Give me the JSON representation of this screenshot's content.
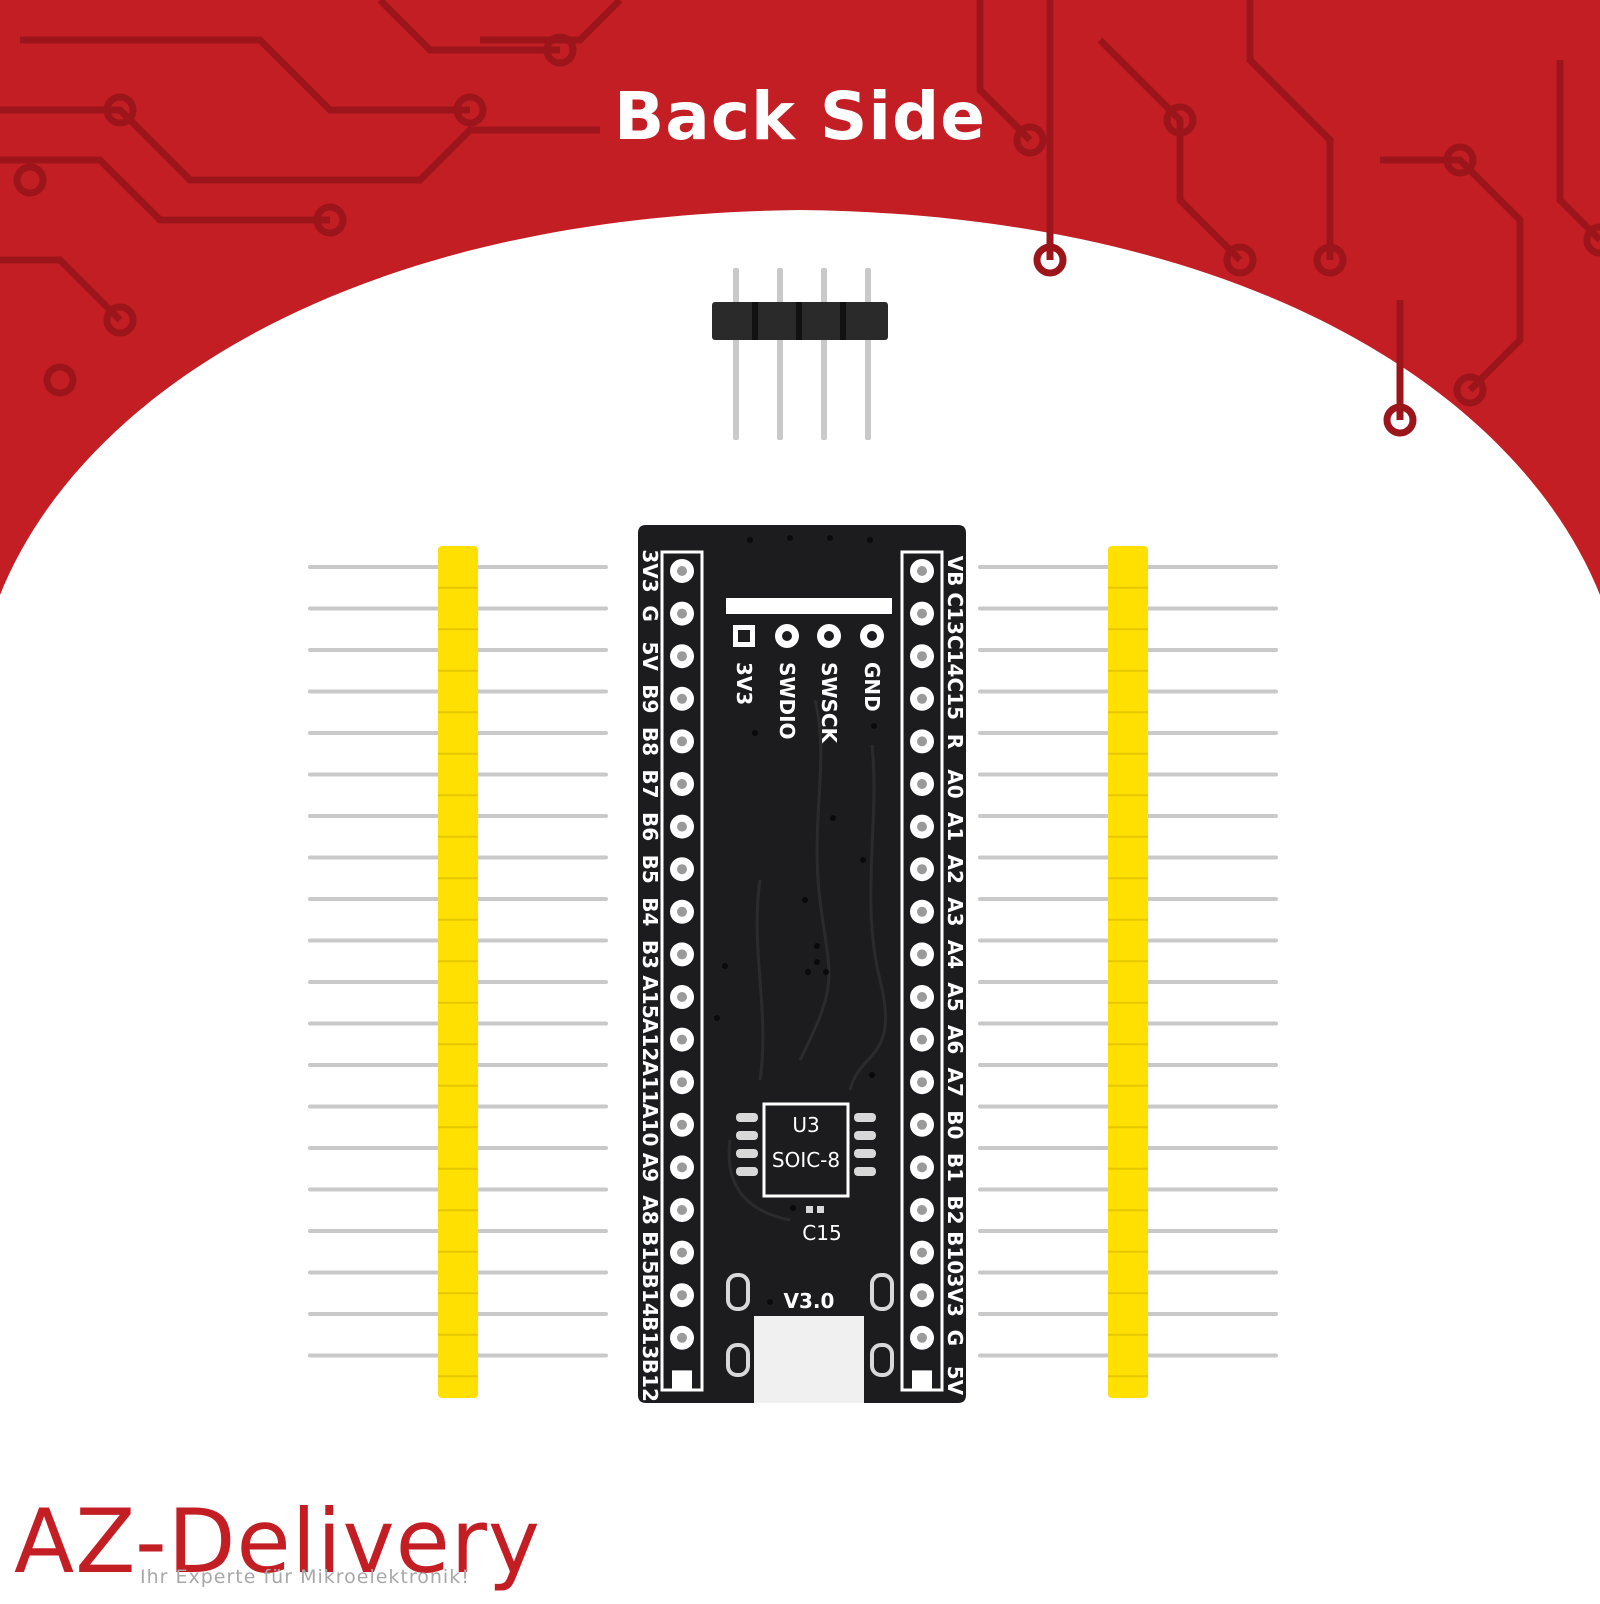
{
  "title": "Back Side",
  "brand": {
    "name": "AZ-Delivery",
    "tagline": "Ihr Experte für Mikroelektronik!"
  },
  "colors": {
    "red": "#c41e25",
    "trace": "#9c151b",
    "board": "#1c1c1e",
    "header": "#ffe000",
    "pin": "#c9c9c9"
  },
  "board": {
    "left_pins": [
      "3V3",
      "G",
      "5V",
      "B9",
      "B8",
      "B7",
      "B6",
      "B5",
      "B4",
      "B3",
      "A15",
      "A12",
      "A11",
      "A10",
      "A9",
      "A8",
      "B15",
      "B14",
      "B13",
      "B12"
    ],
    "right_pins": [
      "VB",
      "C13",
      "C14",
      "C15",
      "R",
      "A0",
      "A1",
      "A2",
      "A3",
      "A4",
      "A5",
      "A6",
      "A7",
      "B0",
      "B1",
      "B2",
      "B10",
      "3V3",
      "G",
      "5V"
    ],
    "swd_pins": [
      "3V3",
      "SWDIO",
      "SWSCK",
      "GND"
    ],
    "chip_ref": "U3",
    "chip_package": "SOIC-8",
    "capacitor": "C15",
    "version": "V3.0"
  }
}
